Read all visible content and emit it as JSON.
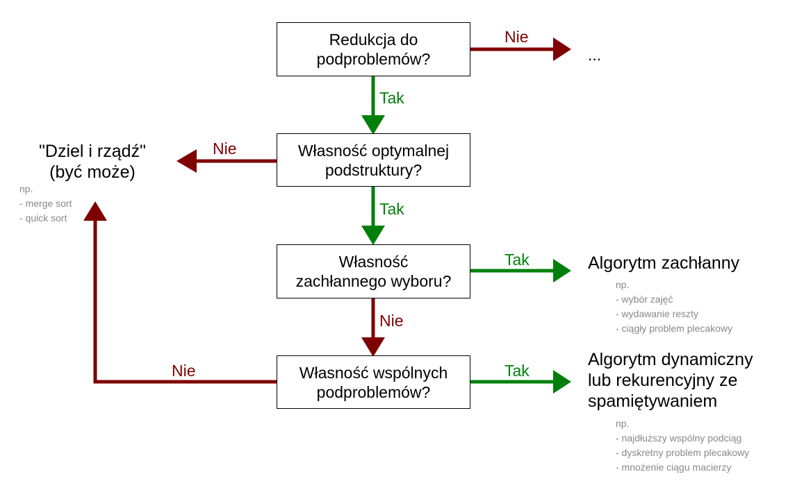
{
  "boxes": {
    "reduction": [
      "Redukcja do",
      "podproblemów?"
    ],
    "optimal_substructure": [
      "Własność optymalnej",
      "podstruktury?"
    ],
    "greedy_choice": [
      "Własność",
      "zachłannego wyboru?"
    ],
    "overlapping": [
      "Własność wspólnych",
      "podproblemów?"
    ]
  },
  "edge_labels": {
    "reduction_no": "Nie",
    "reduction_yes": "Tak",
    "optimal_no": "Nie",
    "optimal_yes": "Tak",
    "greedy_yes": "Tak",
    "greedy_no": "Nie",
    "overlap_yes": "Tak",
    "overlap_no": "Nie"
  },
  "outcomes": {
    "other": "...",
    "divide_conquer": [
      "\"Dziel i rządź\"",
      "(być może)"
    ],
    "greedy": "Algorytm zachłanny",
    "dynamic": [
      "Algorytm dynamiczny",
      "lub rekurencyjny ze",
      "spamiętywaniem"
    ]
  },
  "examples": {
    "divide_conquer": [
      "np.",
      "- merge sort",
      "- quick sort"
    ],
    "greedy": [
      "np.",
      "- wybór zajęć",
      "- wydawanie reszty",
      "- ciągły problem plecakowy"
    ],
    "dynamic": [
      "np.",
      "- najdłuższy wspólny podciąg",
      "- dyskretny problem plecakowy",
      "- mnożenie ciągu macierzy"
    ]
  },
  "colors": {
    "no": "#7f0000",
    "yes": "#00800a"
  }
}
